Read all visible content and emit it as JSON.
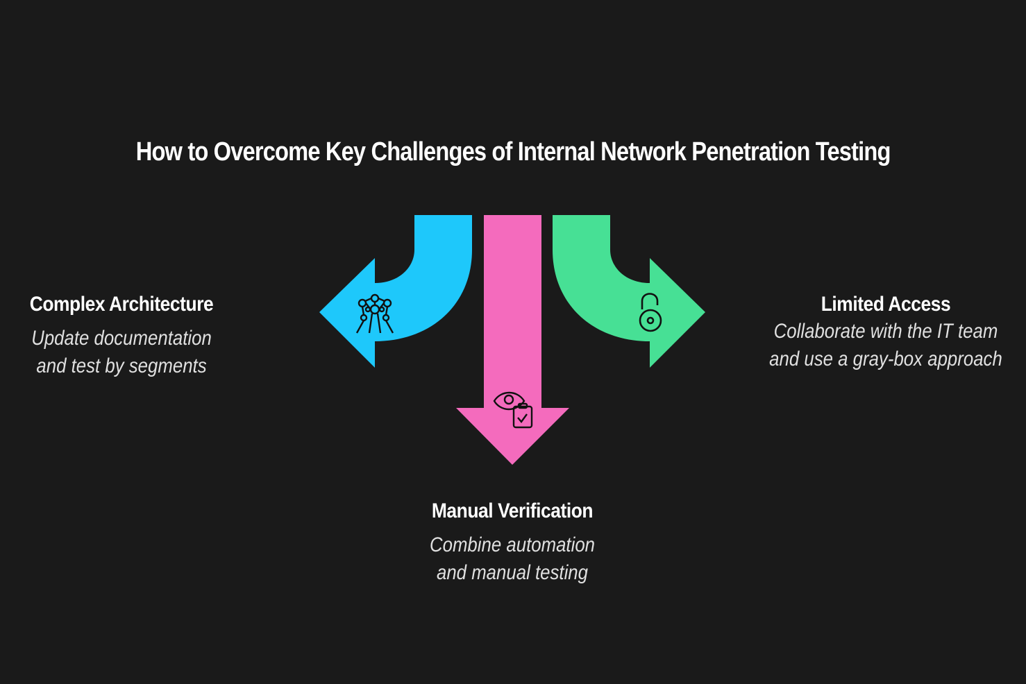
{
  "title": "How to Overcome Key Challenges of Internal Network Penetration Testing",
  "items": [
    {
      "heading": "Complex Architecture",
      "desc_line1": "Update documentation",
      "desc_line2": "and test by segments",
      "icon": "network-structure-icon",
      "color": "#1ec8fb"
    },
    {
      "heading": "Manual Verification",
      "desc_line1": "Combine automation",
      "desc_line2": "and manual testing",
      "icon": "eye-clipboard-icon",
      "color": "#f46bbd"
    },
    {
      "heading": "Limited Access",
      "desc_line1": "Collaborate with the IT team",
      "desc_line2": "and use a gray-box approach",
      "icon": "open-lock-icon",
      "color": "#47e095"
    }
  ]
}
